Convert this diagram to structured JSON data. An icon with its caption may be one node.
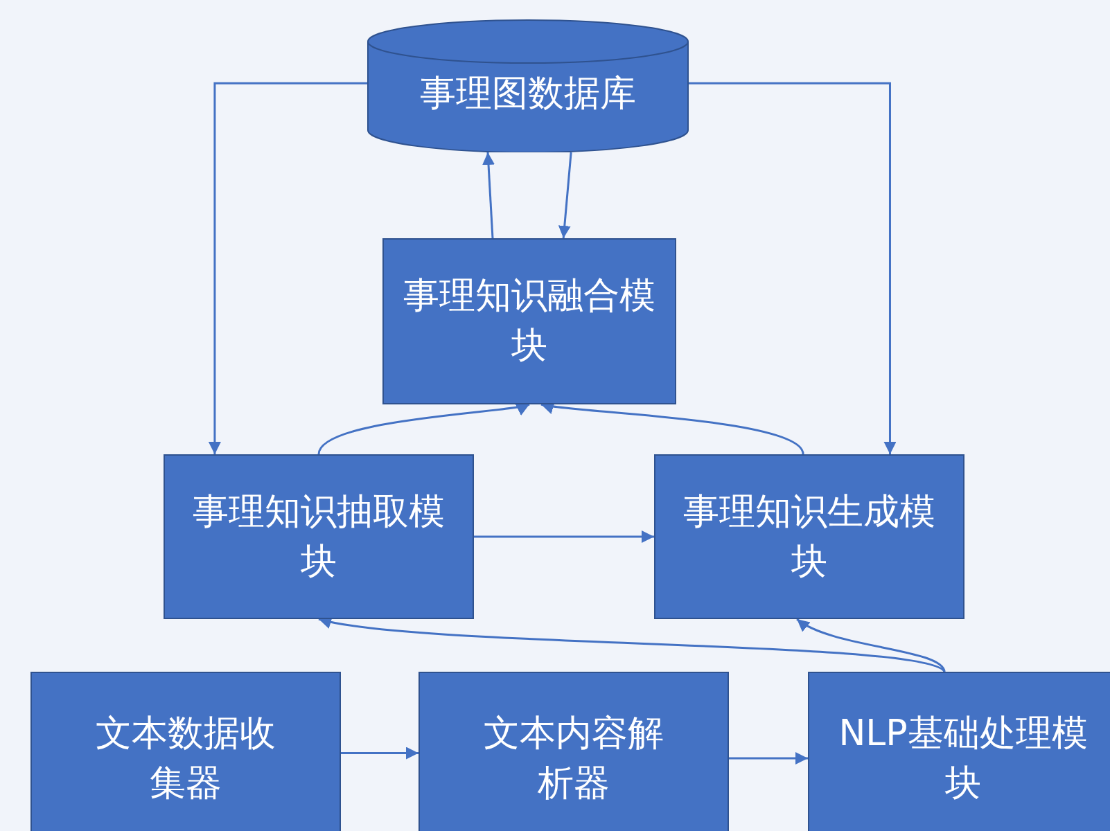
{
  "diagram": {
    "nodes": [
      {
        "text": [
          "事理图数据库"
        ]
      },
      {
        "text": [
          "事理知识融合模块"
        ]
      },
      {
        "text": [
          "事理知识抽取模块"
        ]
      },
      {
        "text": [
          "事理知识生成模块"
        ]
      },
      {
        "text": [
          "文本数据收集器"
        ]
      },
      {
        "text": [
          "文本内容解析器"
        ]
      },
      {
        "text": [
          "NLP基础处理模块"
        ]
      }
    ],
    "edges": [
      {
        "from": 1,
        "to": 0,
        "arrow": "to"
      },
      {
        "from": 0,
        "to": 1,
        "arrow": "to"
      },
      {
        "from": 0,
        "to": 2,
        "arrow": "to"
      },
      {
        "from": 0,
        "to": 3,
        "arrow": "to"
      },
      {
        "from": 2,
        "to": 1,
        "arrow": "to"
      },
      {
        "from": 3,
        "to": 1,
        "arrow": "to"
      },
      {
        "from": 2,
        "to": 3,
        "arrow": "to"
      },
      {
        "from": 6,
        "to": 2,
        "arrow": "to"
      },
      {
        "from": 6,
        "to": 3,
        "arrow": "to"
      },
      {
        "from": 4,
        "to": 5,
        "arrow": "to"
      },
      {
        "from": 5,
        "to": 6,
        "arrow": "to"
      }
    ]
  }
}
